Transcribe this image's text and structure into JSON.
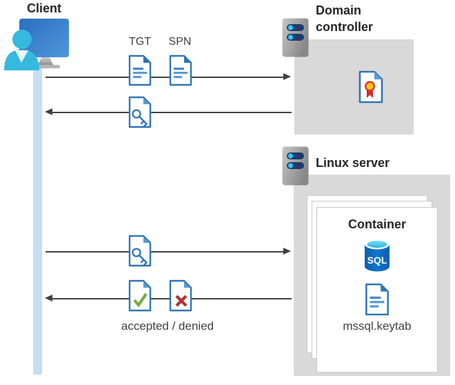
{
  "nodes": {
    "client": {
      "label": "Client"
    },
    "domain_controller": {
      "label": "Domain controller"
    },
    "linux_server": {
      "label": "Linux server"
    },
    "container": {
      "label": "Container",
      "sql_badge": "SQL",
      "keytab_label": "mssql.keytab"
    }
  },
  "messages": {
    "tgt_label": "TGT",
    "spn_label": "SPN",
    "result_label": "accepted / denied"
  },
  "colors": {
    "doc_blue": "#2E75B6",
    "doc_line_blue": "#5B9BD5",
    "fold_light_blue": "#5B9BD5",
    "accept_green": "#72AD41",
    "deny_red": "#B23233",
    "node_box_gray": "#D9D9D9",
    "arrow_gray": "#404040",
    "lifeline_blue": "#C5DDF5",
    "server_navy": "#1E3B6E",
    "server_dot_cyan": "#2FC9F0",
    "sql_body_blue": "#0C6CBD",
    "sql_top_cyan": "#45C6E8",
    "person_cyan": "#35B9DE",
    "monitor_blue": "#3578C4",
    "cert_badge_yellow": "#FFC61E",
    "cert_ribbon_red": "#CF2E27"
  }
}
